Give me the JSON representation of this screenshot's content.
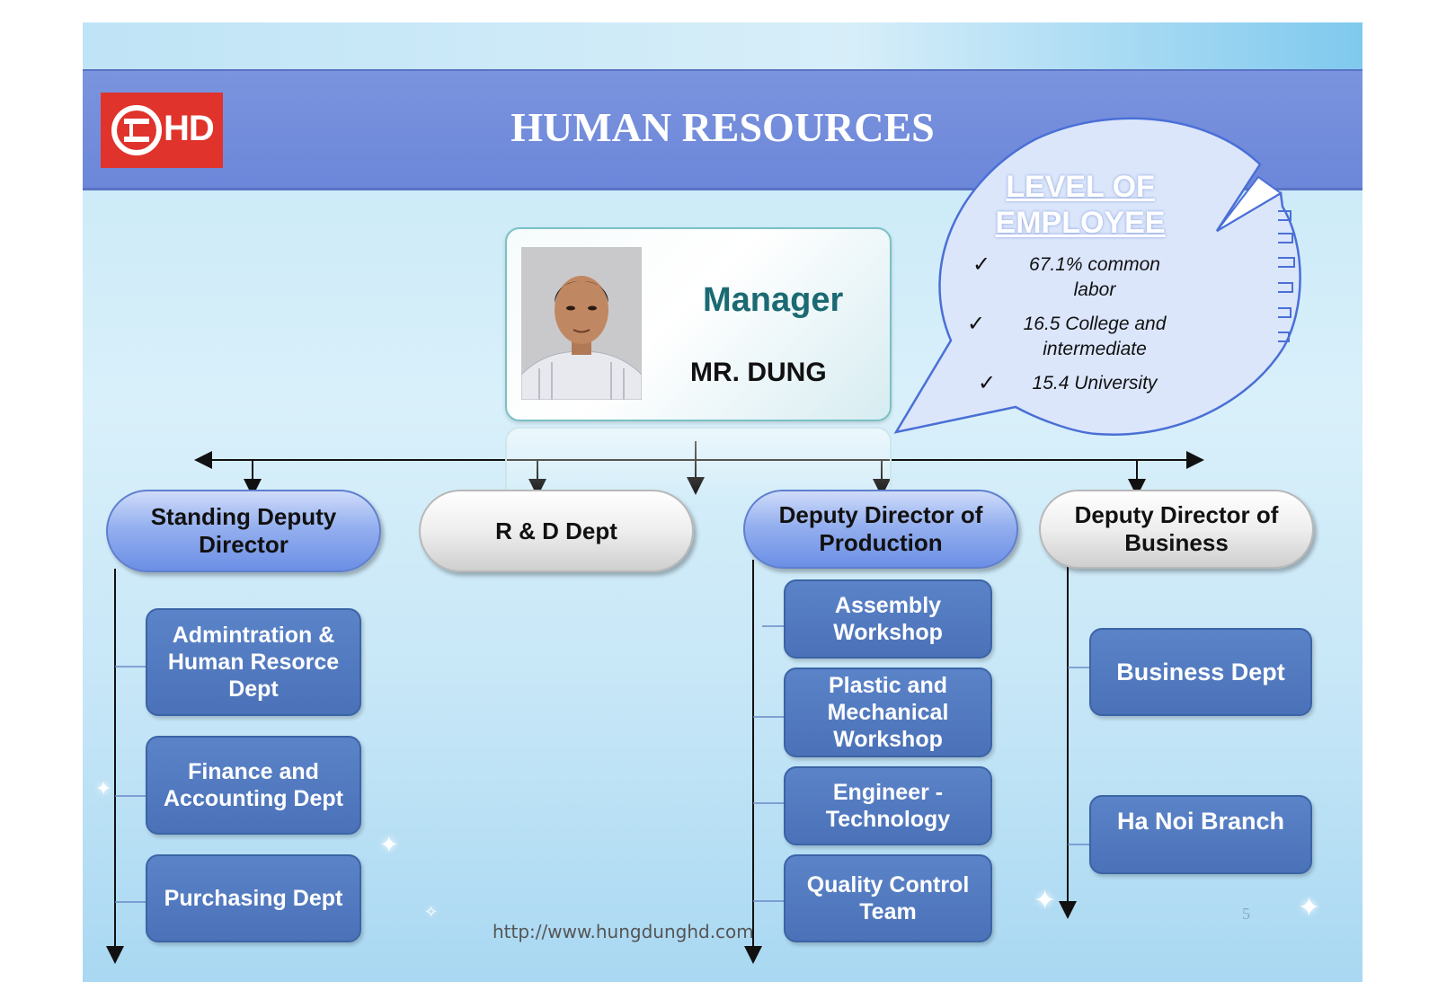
{
  "header": {
    "title": "HUMAN RESOURCES",
    "logo_text": "HD"
  },
  "manager": {
    "role": "Manager",
    "name": "MR. DUNG"
  },
  "bubble": {
    "title_line1": "LEVEL OF",
    "title_line2": "EMPLOYEE",
    "check": "✓",
    "items": [
      {
        "line1": "67.1% common",
        "line2": "labor"
      },
      {
        "line1": "16.5 College  and",
        "line2": "intermediate"
      },
      {
        "line1": "15.4 University",
        "line2": ""
      }
    ]
  },
  "branches": [
    {
      "line1": "Standing Deputy",
      "line2": "Director"
    },
    {
      "line1": "R & D Dept",
      "line2": ""
    },
    {
      "line1": "Deputy Director of",
      "line2": "Production"
    },
    {
      "line1": "Deputy Director of",
      "line2": "Business"
    }
  ],
  "standing_children": [
    {
      "lines": [
        "Admintration &",
        "Human Resorce",
        "Dept"
      ]
    },
    {
      "lines": [
        "Finance and",
        "Accounting  Dept"
      ]
    },
    {
      "lines": [
        "Purchasing  Dept"
      ]
    }
  ],
  "production_children": [
    {
      "lines": [
        "Assembly",
        "Workshop"
      ]
    },
    {
      "lines": [
        "Plastic and",
        "Mechanical",
        "Workshop"
      ]
    },
    {
      "lines": [
        "Engineer -",
        "Technology"
      ]
    },
    {
      "lines": [
        "Quality Control",
        "Team"
      ]
    }
  ],
  "business_children": [
    {
      "lines": [
        "Business Dept"
      ]
    },
    {
      "lines": [
        "Ha Noi Branch"
      ]
    }
  ],
  "footer": {
    "url": "http://www.hungdunghd.com",
    "page_number": "5"
  },
  "colors": {
    "header_blue": "#6c87d9",
    "box_blue": "#4b72b8",
    "logo_red": "#e0332c",
    "manager_teal": "#1b6a73"
  }
}
